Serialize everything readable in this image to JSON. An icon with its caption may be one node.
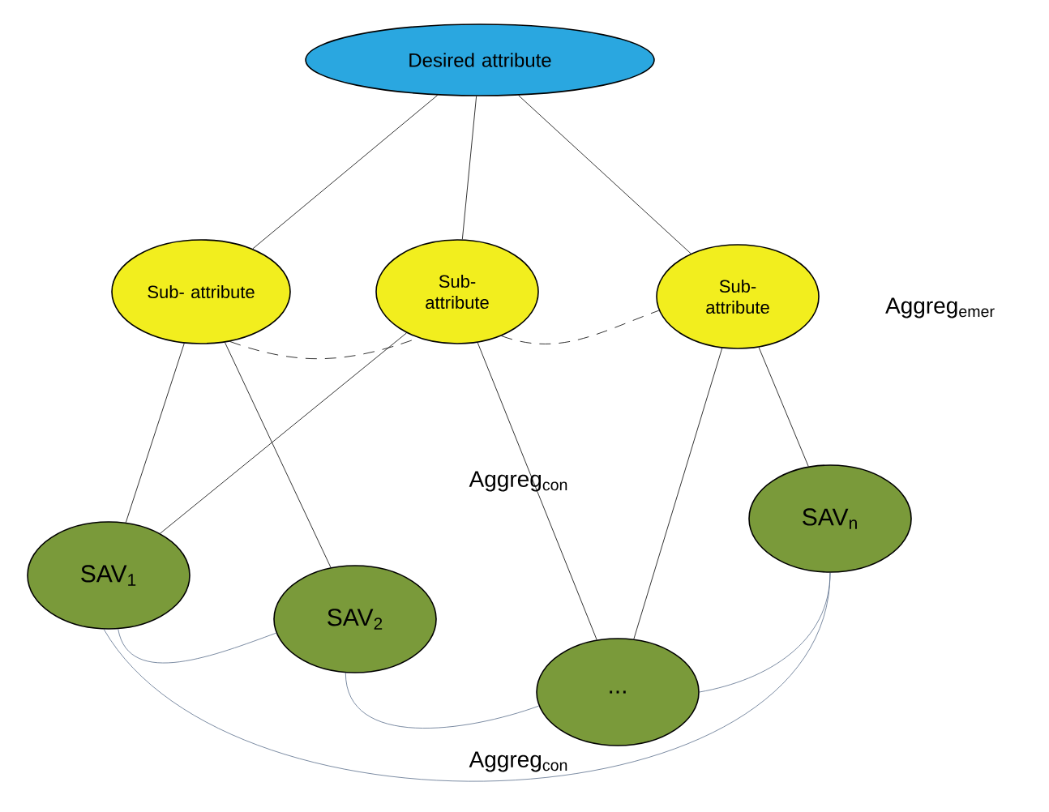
{
  "diagram": {
    "nodes": [
      {
        "text": [
          "Desired attribute"
        ]
      },
      {
        "text": [
          "Sub- attribute"
        ]
      },
      {
        "text": [
          "Sub- attribute"
        ]
      },
      {
        "text": [
          "Sub- attribute"
        ]
      },
      {
        "text": [
          "SAV$_{1}$"
        ]
      },
      {
        "text": [
          "SAV$_{2}$"
        ]
      },
      {
        "text": [
          "..."
        ]
      },
      {
        "text": [
          "SAV$_{n}$"
        ]
      }
    ],
    "edges": [
      {
        "from": 0,
        "to": 1,
        "arrow": "none"
      },
      {
        "from": 0,
        "to": 2,
        "arrow": "none"
      },
      {
        "from": 0,
        "to": 3,
        "arrow": "none"
      },
      {
        "from": 1,
        "to": 2,
        "arrow": "none",
        "style": "dashed"
      },
      {
        "from": 2,
        "to": 3,
        "arrow": "none",
        "style": "dashed"
      },
      {
        "from": 1,
        "to": 4,
        "arrow": "none"
      },
      {
        "from": 1,
        "to": 5,
        "arrow": "none"
      },
      {
        "from": 2,
        "to": 4,
        "arrow": "none"
      },
      {
        "from": 2,
        "to": 6,
        "arrow": "none"
      },
      {
        "from": 3,
        "to": 6,
        "arrow": "none"
      },
      {
        "from": 3,
        "to": 7,
        "arrow": "none"
      },
      {
        "from": 4,
        "to": 5,
        "arrow": "none",
        "color": "#5b6f8c"
      },
      {
        "from": 5,
        "to": 6,
        "arrow": "none",
        "color": "#5b6f8c"
      },
      {
        "from": 6,
        "to": 7,
        "arrow": "none",
        "color": "#5b6f8c"
      },
      {
        "from": 4,
        "to": 7,
        "arrow": "none",
        "color": "#5b6f8c"
      }
    ],
    "labels": [
      "Aggreg$_{emer}$",
      "Aggreg$_{con}$",
      "Aggreg$_{con}$"
    ]
  }
}
